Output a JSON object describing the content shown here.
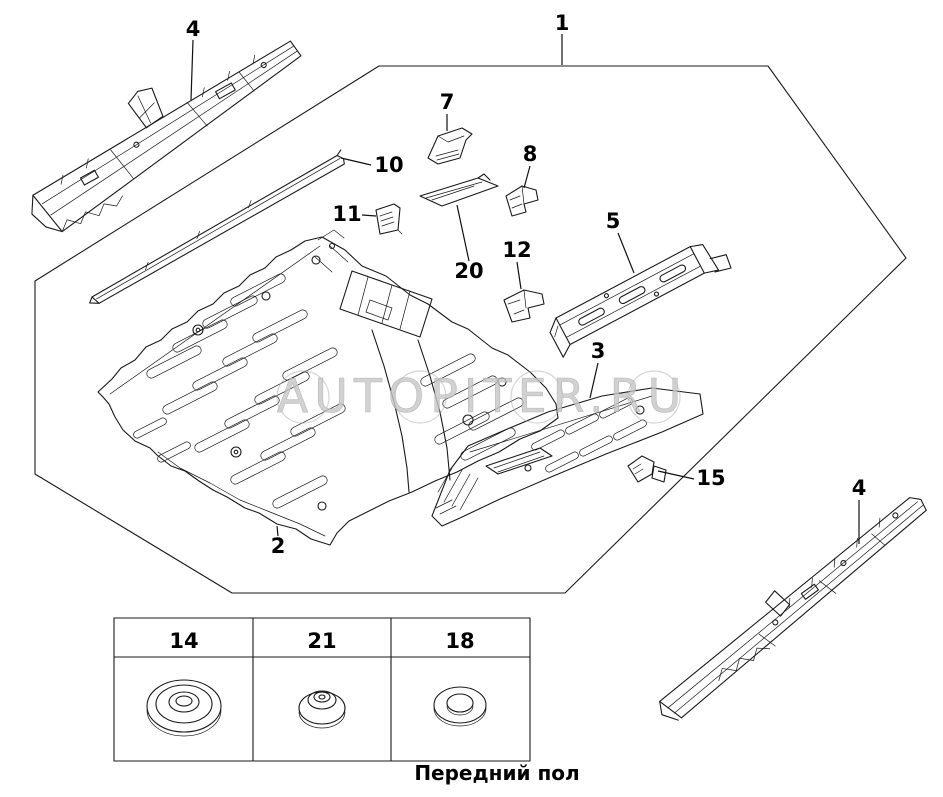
{
  "caption": "Передний пол",
  "watermark": "AUTOPITER.RU",
  "callouts": {
    "c1": "1",
    "c2": "2",
    "c3": "3",
    "c4_left": "4",
    "c4_right": "4",
    "c5": "5",
    "c7": "7",
    "c8": "8",
    "c10": "10",
    "c11": "11",
    "c12": "12",
    "c15": "15",
    "c20": "20"
  },
  "legend_table": {
    "cells": [
      {
        "label": "14"
      },
      {
        "label": "21"
      },
      {
        "label": "18"
      }
    ]
  },
  "colors": {
    "line": "#1a1a1a",
    "watermark": "#c6c6c6",
    "background": "#ffffff"
  }
}
